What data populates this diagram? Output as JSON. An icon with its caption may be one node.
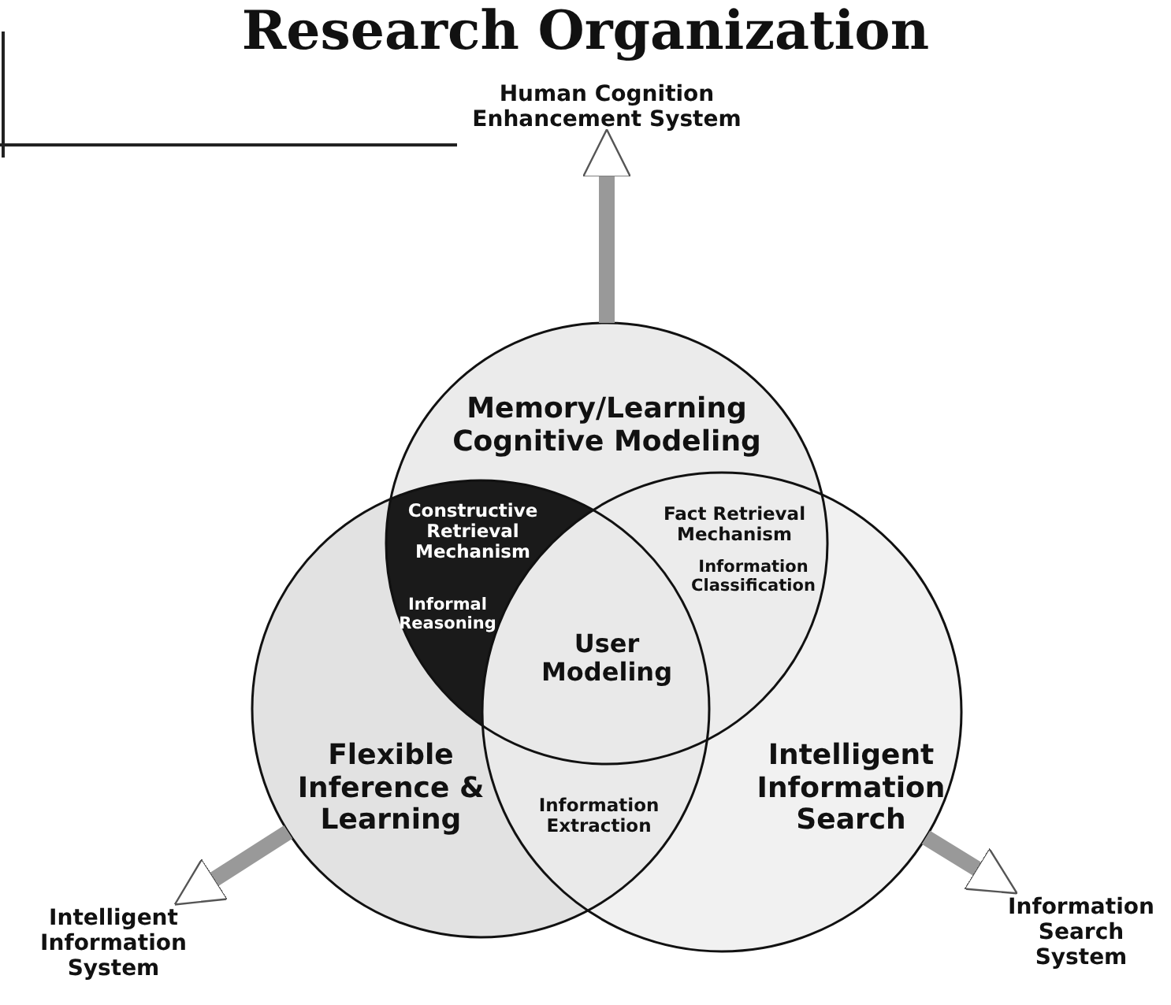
{
  "diagram": {
    "title": "Research Organization",
    "nodes": [
      {
        "text": [
          "Memory/Learning Cognitive Modeling"
        ]
      },
      {
        "text": [
          "Flexible Inference & Learning"
        ]
      },
      {
        "text": [
          "Intelligent Information Search"
        ]
      },
      {
        "text": [
          "Human Cognition Enhancement System"
        ]
      },
      {
        "text": [
          "Intelligent Information System"
        ]
      },
      {
        "text": [
          "Information Search System"
        ]
      }
    ],
    "edges": [
      {
        "from": 0,
        "to": 3,
        "arrow": "to"
      },
      {
        "from": 1,
        "to": 4,
        "arrow": "to"
      },
      {
        "from": 2,
        "to": 5,
        "arrow": "to"
      }
    ],
    "labels": [
      "Constructive Retrieval Mechanism",
      "Fact Retrieval Mechanism",
      "Informal Reasoning",
      "Information Classification",
      "User Modeling",
      "Information Extraction"
    ]
  }
}
